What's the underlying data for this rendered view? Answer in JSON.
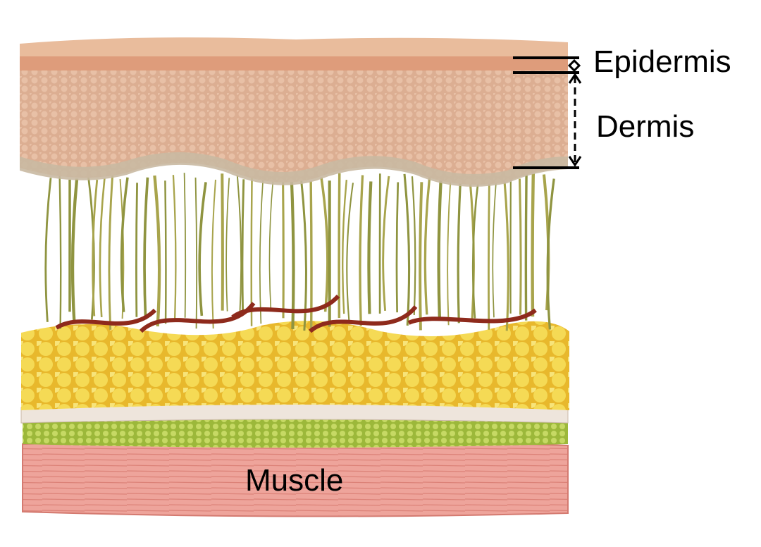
{
  "labels": {
    "epidermis": "Epidermis",
    "dermis": "Dermis",
    "muscle": "Muscle"
  },
  "colors": {
    "epidermis": "#e2a98a",
    "dermis": "#d9a88c",
    "fibers": "#a3a04a",
    "vessels": "#8e2a1c",
    "fat": "#f0d24a",
    "fascia": "#ece4da",
    "green_layer": "#b5cc52",
    "muscle": "#e99a92",
    "annotation": "#000000"
  }
}
